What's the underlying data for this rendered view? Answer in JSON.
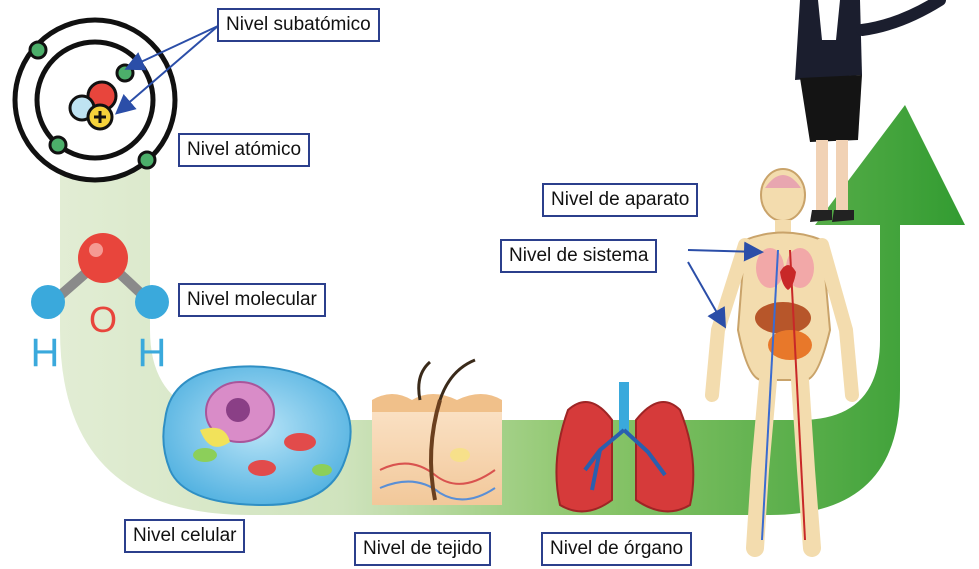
{
  "labels": {
    "subatomic": "Nivel subatómico",
    "atomic": "Nivel atómico",
    "molecular": "Nivel molecular",
    "cellular": "Nivel celular",
    "tissue": "Nivel de tejido",
    "organ": "Nivel de órgano",
    "system": "Nivel de sistema",
    "apparatus": "Nivel de aparato"
  },
  "molecule": {
    "oxygen": "O",
    "hydrogen_left": "H",
    "hydrogen_right": "H"
  },
  "icons": {
    "atom": "atom-icon",
    "water": "water-molecule-icon",
    "cell": "animal-cell-icon",
    "tissue": "skin-tissue-icon",
    "organ": "lungs-icon",
    "human": "human-anatomy-icon",
    "person": "businesswoman-icon"
  },
  "colors": {
    "arrow_start": "#e6efd9",
    "arrow_end": "#2f9a2f",
    "label_border": "#2b3f8c",
    "pointer": "#2b4ea8",
    "oxygen": "#e8453c",
    "hydrogen": "#3aa9dc"
  }
}
